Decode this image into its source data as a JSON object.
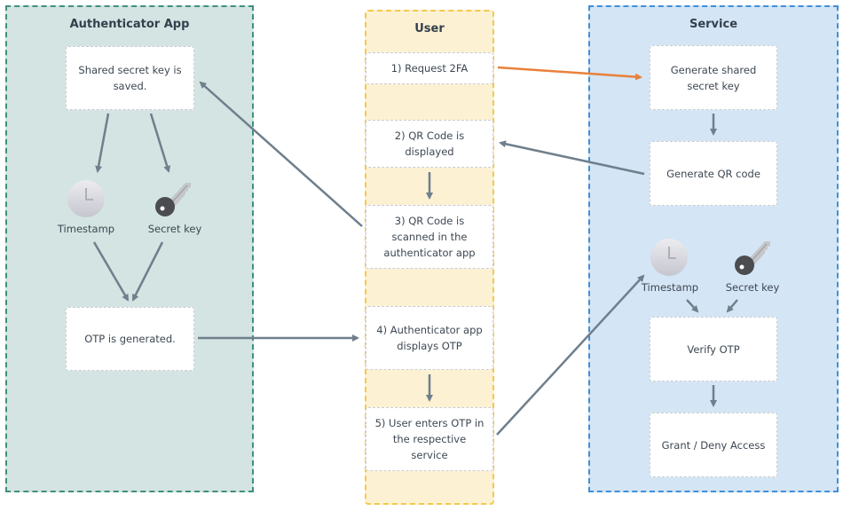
{
  "lanes": {
    "app": {
      "title": "Authenticator App"
    },
    "user": {
      "title": "User"
    },
    "service": {
      "title": "Service"
    }
  },
  "app": {
    "saved_box": "Shared secret key is\nsaved.",
    "timestamp_label": "Timestamp",
    "secret_key_label": "Secret key",
    "otp_box": "OTP is generated."
  },
  "user": {
    "steps": [
      "1) Request 2FA",
      "2) QR Code is\ndisplayed",
      "3) QR Code is\nscanned in the\nauthenticator app",
      "4) Authenticator app\ndisplays OTP",
      "5) User enters OTP in\nthe respective\nservice"
    ]
  },
  "service": {
    "generate_key_box": "Generate shared\nsecret key",
    "generate_qr_box": "Generate QR code",
    "timestamp_label": "Timestamp",
    "secret_key_label": "Secret key",
    "verify_box": "Verify OTP",
    "grant_box": "Grant / Deny Access"
  },
  "colors": {
    "arrow": "#6f7f8c",
    "arrow_highlight": "#e8813a",
    "app_lane": "#d3e4e2",
    "user_lane": "#fdf1d3",
    "service_lane": "#d4e5f5"
  }
}
